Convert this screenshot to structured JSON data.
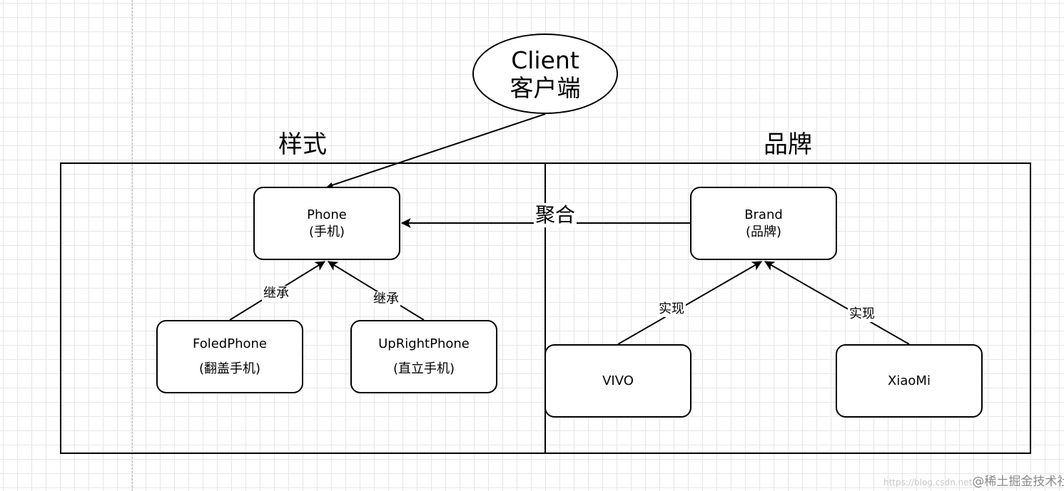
{
  "diagram": {
    "client": {
      "name": "Client",
      "subtitle": "客户端"
    },
    "sections": {
      "style_title": "样式",
      "brand_title": "品牌"
    },
    "nodes": {
      "phone": {
        "title": "Phone",
        "subtitle": "(手机)"
      },
      "brand": {
        "title": "Brand",
        "subtitle": "(品牌)"
      },
      "foled_phone": {
        "title": "FoledPhone",
        "subtitle": "(翻盖手机)"
      },
      "upright_phone": {
        "title": "UpRightPhone",
        "subtitle": "(直立手机)"
      },
      "vivo": {
        "title": "VIVO"
      },
      "xiaomi": {
        "title": "XiaoMi"
      }
    },
    "edges": {
      "aggregation": "聚合",
      "inherit_foled": "继承",
      "inherit_upright": "继承",
      "implement_vivo": "实现",
      "implement_xiaomi": "实现"
    }
  },
  "watermark": {
    "url": "https://blog.csdn.net",
    "brand": "@稀土掘金技术社区"
  },
  "colors": {
    "stroke": "#000000",
    "grid": "#e6e6e6",
    "background": "#ffffff"
  }
}
